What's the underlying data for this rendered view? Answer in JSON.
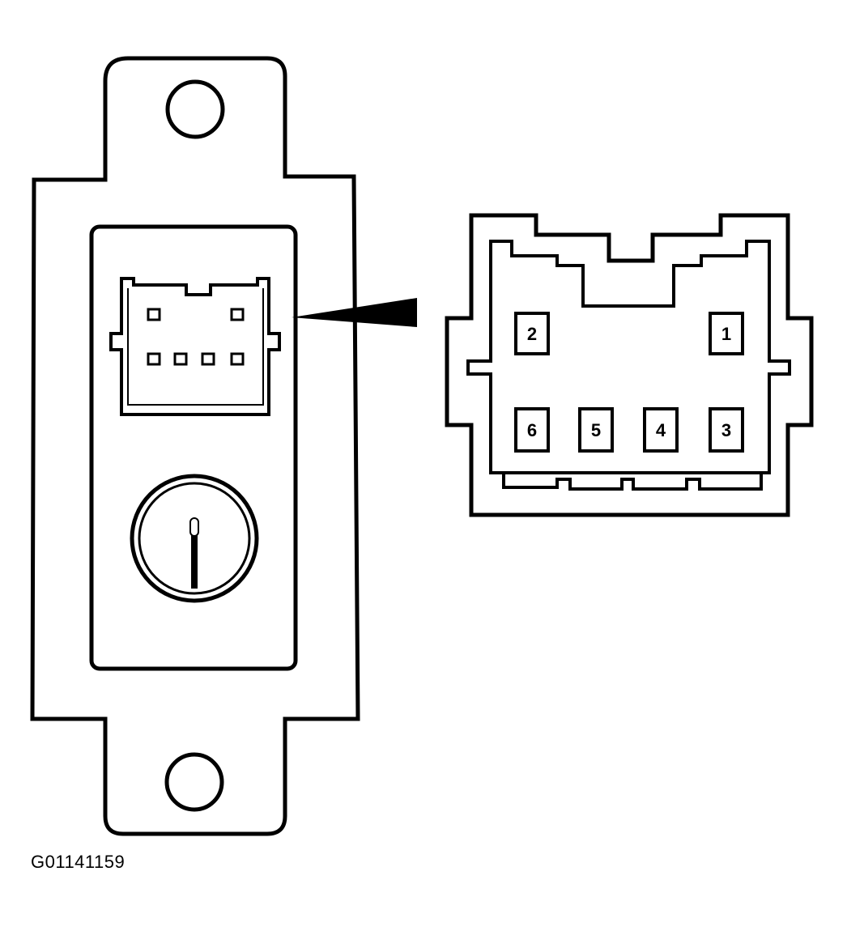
{
  "figure": {
    "code": "G01141159"
  },
  "connector": {
    "pins": [
      {
        "number": "2"
      },
      {
        "number": "1"
      },
      {
        "number": "6"
      },
      {
        "number": "5"
      },
      {
        "number": "4"
      },
      {
        "number": "3"
      }
    ]
  },
  "colors": {
    "line": "#000000",
    "background": "#ffffff"
  }
}
